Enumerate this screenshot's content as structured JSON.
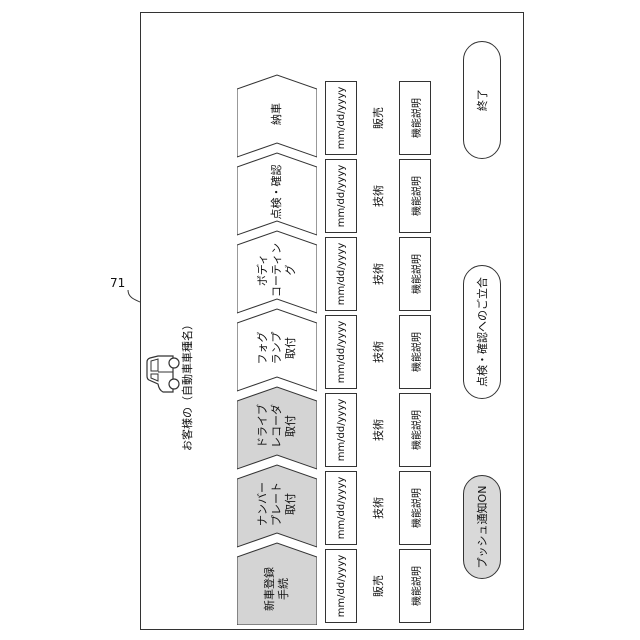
{
  "ref_label": "71",
  "customer_label": "お客様の（自動車車種名）",
  "steps": [
    {
      "label": "新車登録\n手続",
      "shaded": true
    },
    {
      "label": "ナンバー\nプレート\n取付",
      "shaded": true
    },
    {
      "label": "ドライブ\nレコーダ\n取付",
      "shaded": true
    },
    {
      "label": "フォグ\nランプ\n取付",
      "shaded": false
    },
    {
      "label": "ボディ\nコーティング",
      "shaded": false
    },
    {
      "label": "点検・確認",
      "shaded": false
    },
    {
      "label": "納車",
      "shaded": false
    }
  ],
  "dates": [
    "mm/dd/yyyy",
    "mm/dd/yyyy",
    "mm/dd/yyyy",
    "mm/dd/yyyy",
    "mm/dd/yyyy",
    "mm/dd/yyyy",
    "mm/dd/yyyy"
  ],
  "staff": [
    "販売",
    "技術",
    "技術",
    "技術",
    "技術",
    "技術",
    "販売"
  ],
  "explain": [
    "機能説明",
    "機能説明",
    "機能説明",
    "機能説明",
    "機能説明",
    "機能説明",
    "機能説明"
  ],
  "buttons": {
    "push": "プッシュ通知ON",
    "inspect": "点検・確認へのご立合",
    "end": "終了"
  },
  "colors": {
    "shaded": "#d4d4d4",
    "line": "#333333"
  }
}
